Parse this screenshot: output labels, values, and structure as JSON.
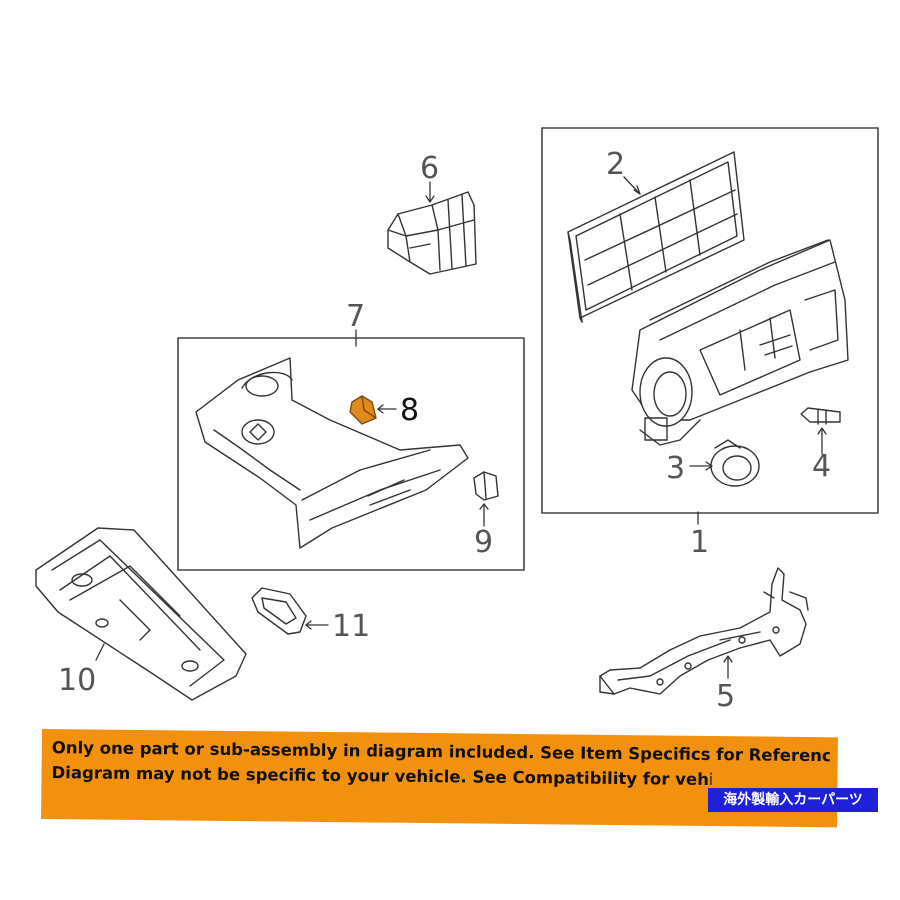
{
  "callouts": {
    "c1": "1",
    "c2": "2",
    "c3": "3",
    "c4": "4",
    "c5": "5",
    "c6": "6",
    "c7": "7",
    "c8": "8",
    "c9": "9",
    "c10": "10",
    "c11": "11"
  },
  "highlight_color": "#e08a1e",
  "notice": {
    "line1": "Only one part or sub-assembly in diagram included. See Item Specifics for Reference #.",
    "line2": "Diagram may not be specific to your vehicle. See Compatibility for vehicle-spec",
    "background": "#f2900f"
  },
  "shop_tag": {
    "text": "海外製輸入カーパーツ",
    "background": "#2020d8"
  }
}
